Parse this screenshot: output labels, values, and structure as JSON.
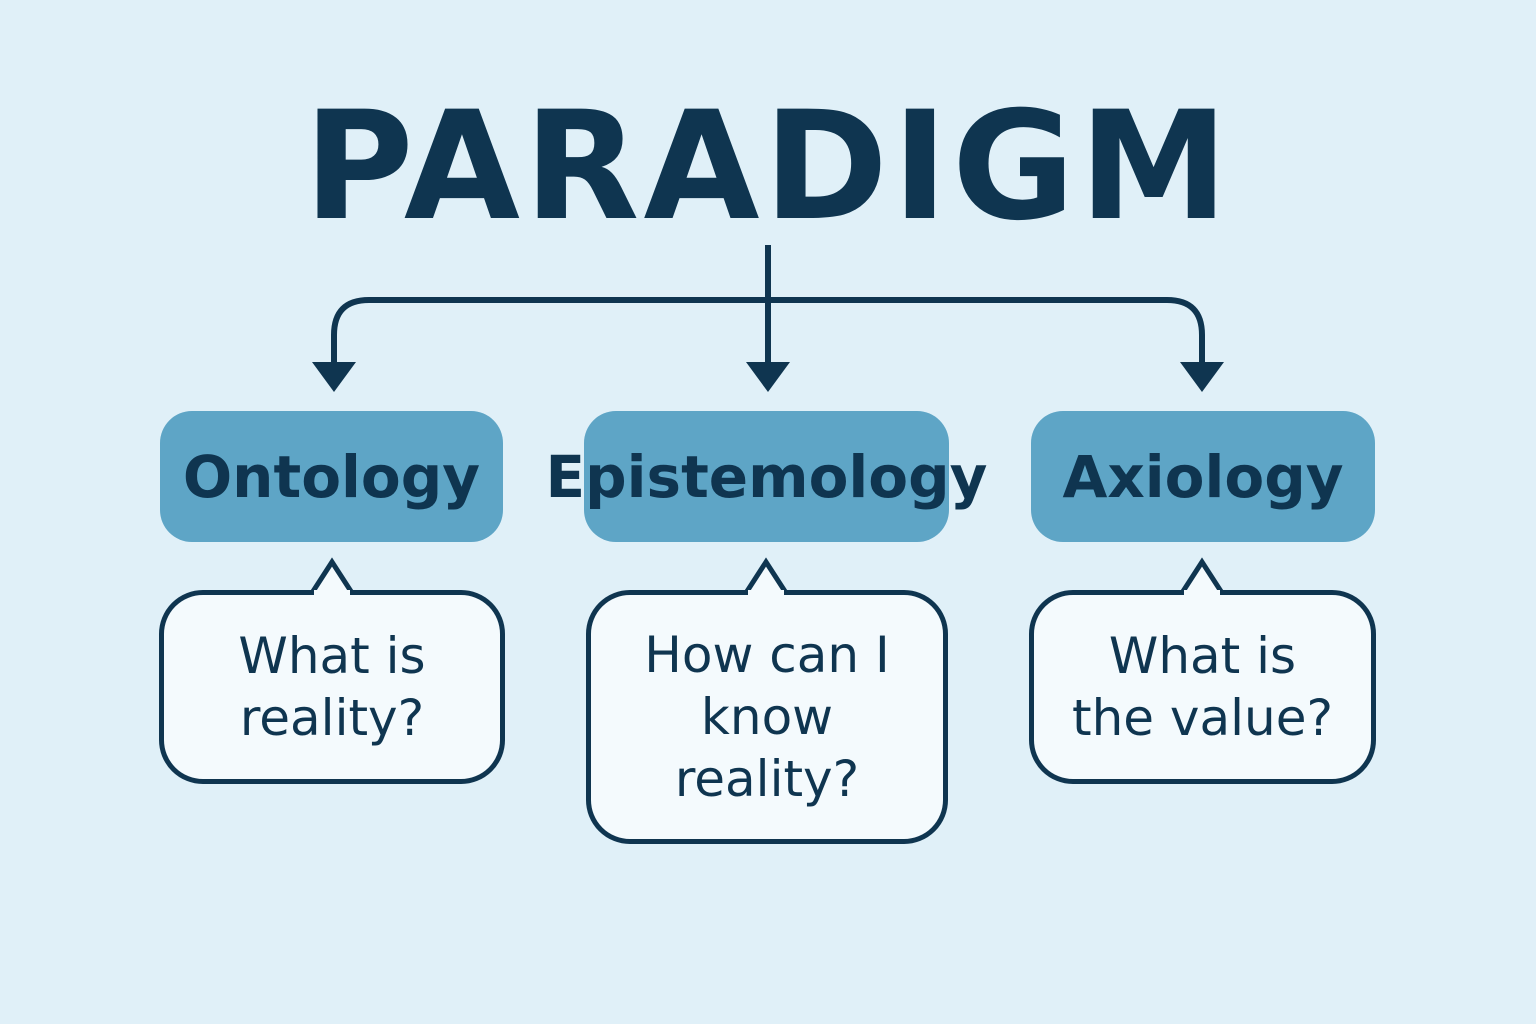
{
  "title": "PARADIGM",
  "colors": {
    "dark": "#0f3550",
    "box": "#5ea5c6",
    "background": "#e0f0f8"
  },
  "branches": [
    {
      "label": "Ontology",
      "question": "What is reality?"
    },
    {
      "label": "Epistemology",
      "question": "How can I know reality?"
    },
    {
      "label": "Axiology",
      "question": "What is the value?"
    }
  ]
}
